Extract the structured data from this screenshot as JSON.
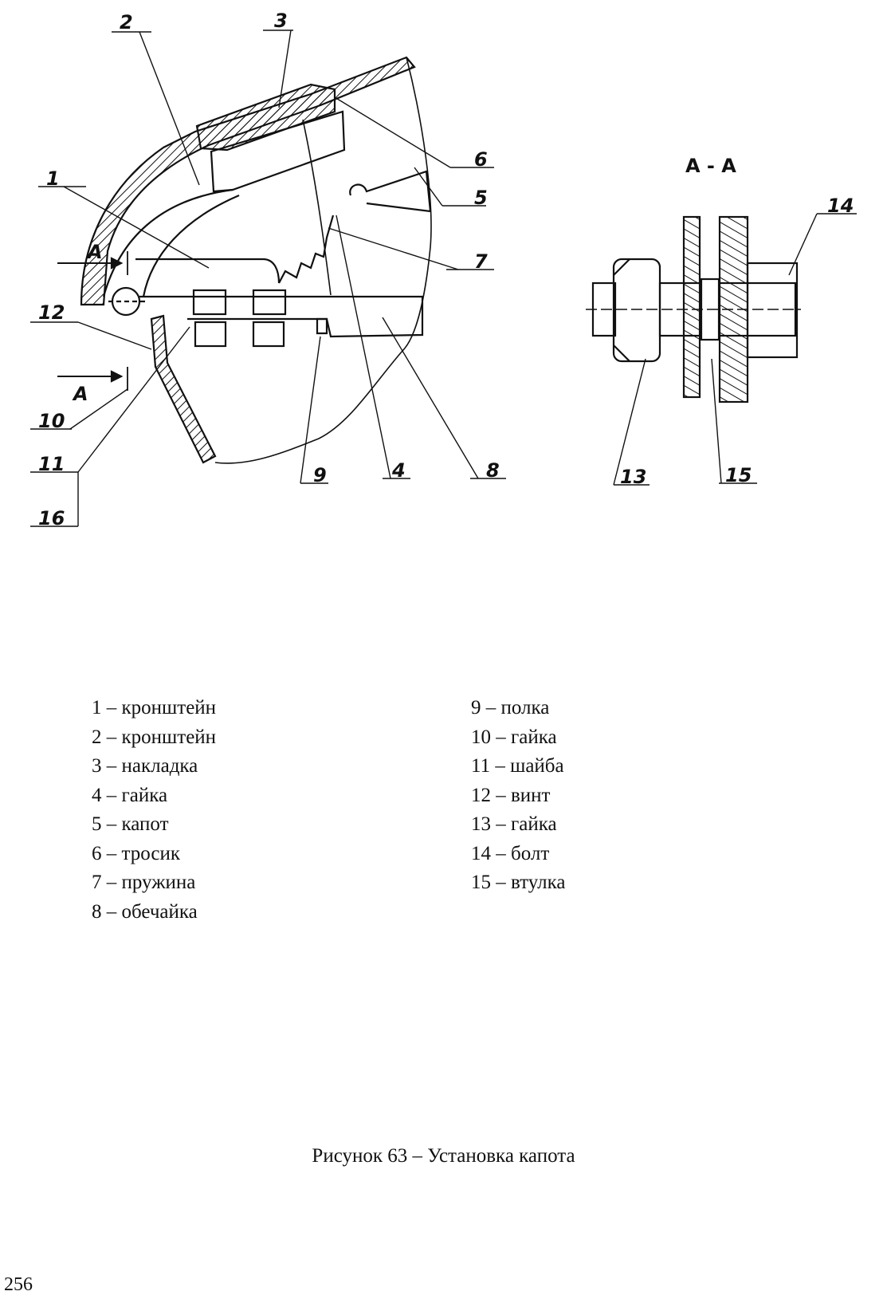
{
  "drawing": {
    "callouts": [
      "1",
      "2",
      "3",
      "4",
      "5",
      "6",
      "7",
      "8",
      "9",
      "10",
      "11",
      "12",
      "13",
      "14",
      "15",
      "16"
    ],
    "section_marker": "А",
    "section_title": "А - А"
  },
  "legend": {
    "left": [
      "1 – кронштейн",
      "2 – кронштейн",
      "3 – накладка",
      "4 – гайка",
      "5 – капот",
      "6 – тросик",
      "7 – пружина",
      "8 – обечайка"
    ],
    "right": [
      "9 – полка",
      "10 – гайка",
      "11 – шайба",
      "12 – винт",
      "13 – гайка",
      "14 – болт",
      "15 – втулка"
    ]
  },
  "caption": "Рисунок 63 – Установка капота",
  "page_number": "256"
}
